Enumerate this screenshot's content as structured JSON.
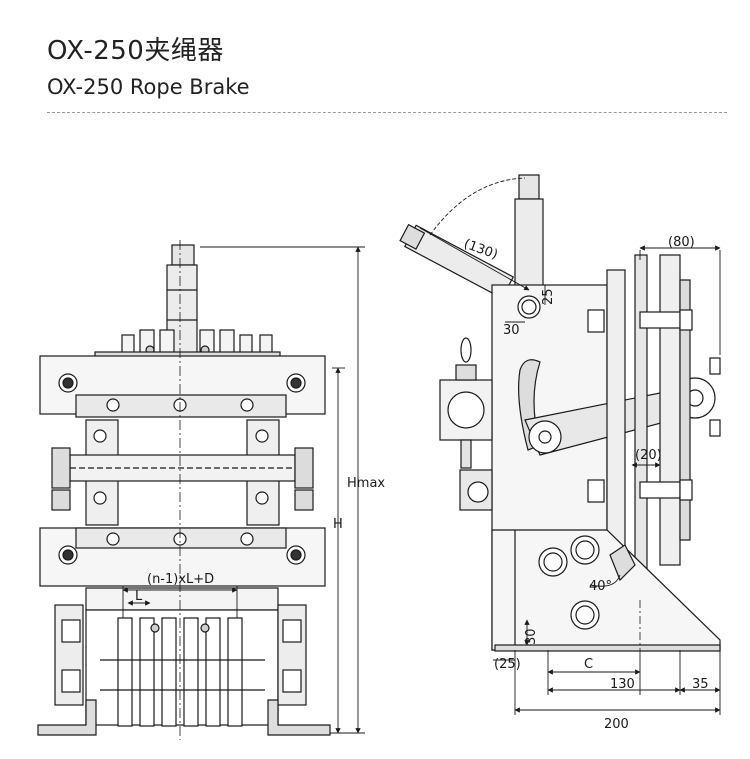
{
  "header": {
    "title_cn": "OX-250夹绳器",
    "title_en": "OX-250 Rope Brake"
  },
  "drawing": {
    "front_view": {
      "dim_hmax": "Hmax",
      "dim_h": "H",
      "dim_pitch_total": "(n-1)xL+D",
      "dim_pitch": "L"
    },
    "side_view": {
      "dim_130_arc": "(130)",
      "dim_25_top": "25",
      "dim_30_top": "30",
      "dim_80": "(80)",
      "dim_20": "(20)",
      "dim_40deg": "40°",
      "dim_30_bottom": "30",
      "dim_25_left": "(25)",
      "dim_c": "C",
      "dim_130": "130",
      "dim_35": "35",
      "dim_200": "200"
    }
  },
  "colors": {
    "line": "#1a1a1a",
    "fill_light": "#f4f4f4",
    "fill_mid": "#d9d9d9",
    "fill_dark": "#8a8a8a"
  }
}
